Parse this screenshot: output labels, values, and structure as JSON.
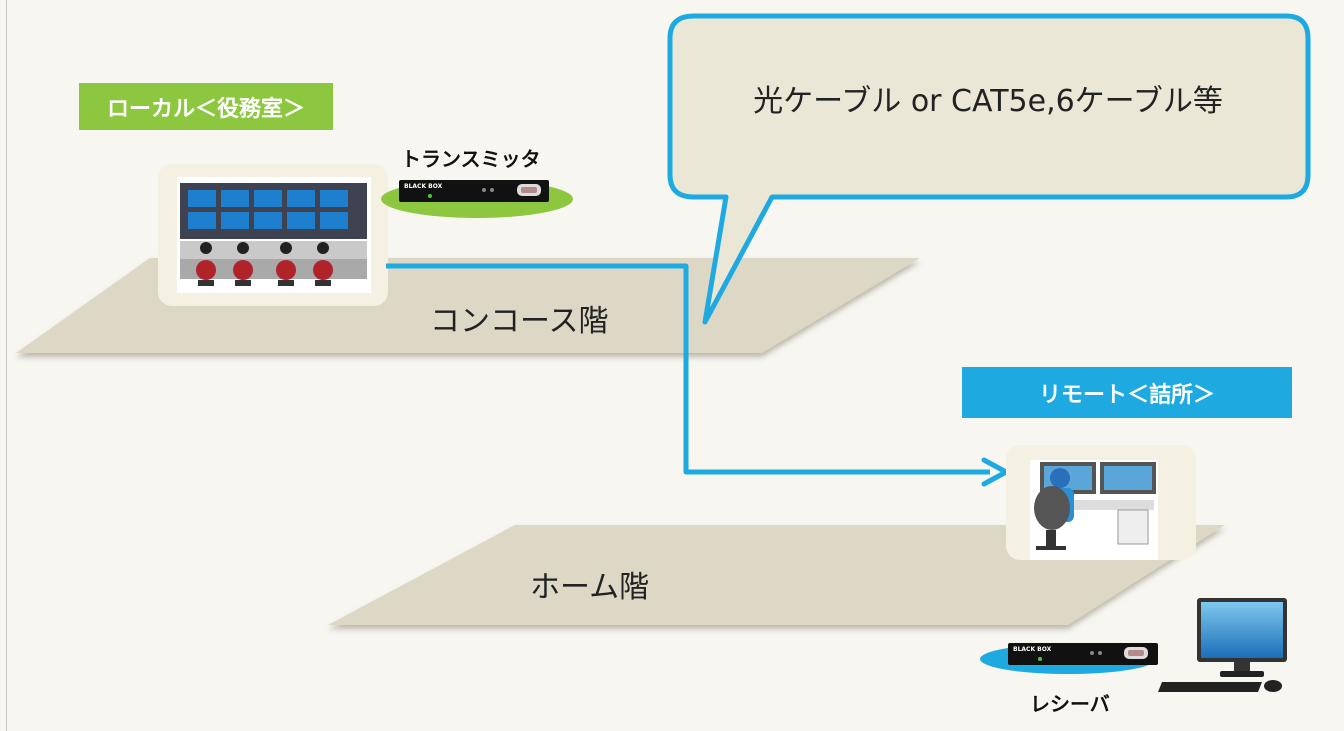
{
  "floors": {
    "concourse_label": "コンコース階",
    "home_label": "ホーム階"
  },
  "tags": {
    "local": "ローカル＜役務室＞",
    "remote": "リモート＜詰所＞"
  },
  "devices": {
    "transmitter_label": "トランスミッタ",
    "receiver_label": "レシーバ",
    "device_brand": "BLACK BOX"
  },
  "callout": {
    "text": "光ケーブル or CAT5e,6ケーブル等"
  },
  "colors": {
    "floor": "#ddd8c6",
    "callout_fill": "#ebe7d6",
    "callout_stroke": "#1fa9e1",
    "cable": "#1fa9e1",
    "local_tag": "#8dc63f",
    "remote_tag": "#1fa9e1",
    "transmitter_base": "#8dc63f",
    "receiver_base": "#1fa9e1"
  }
}
